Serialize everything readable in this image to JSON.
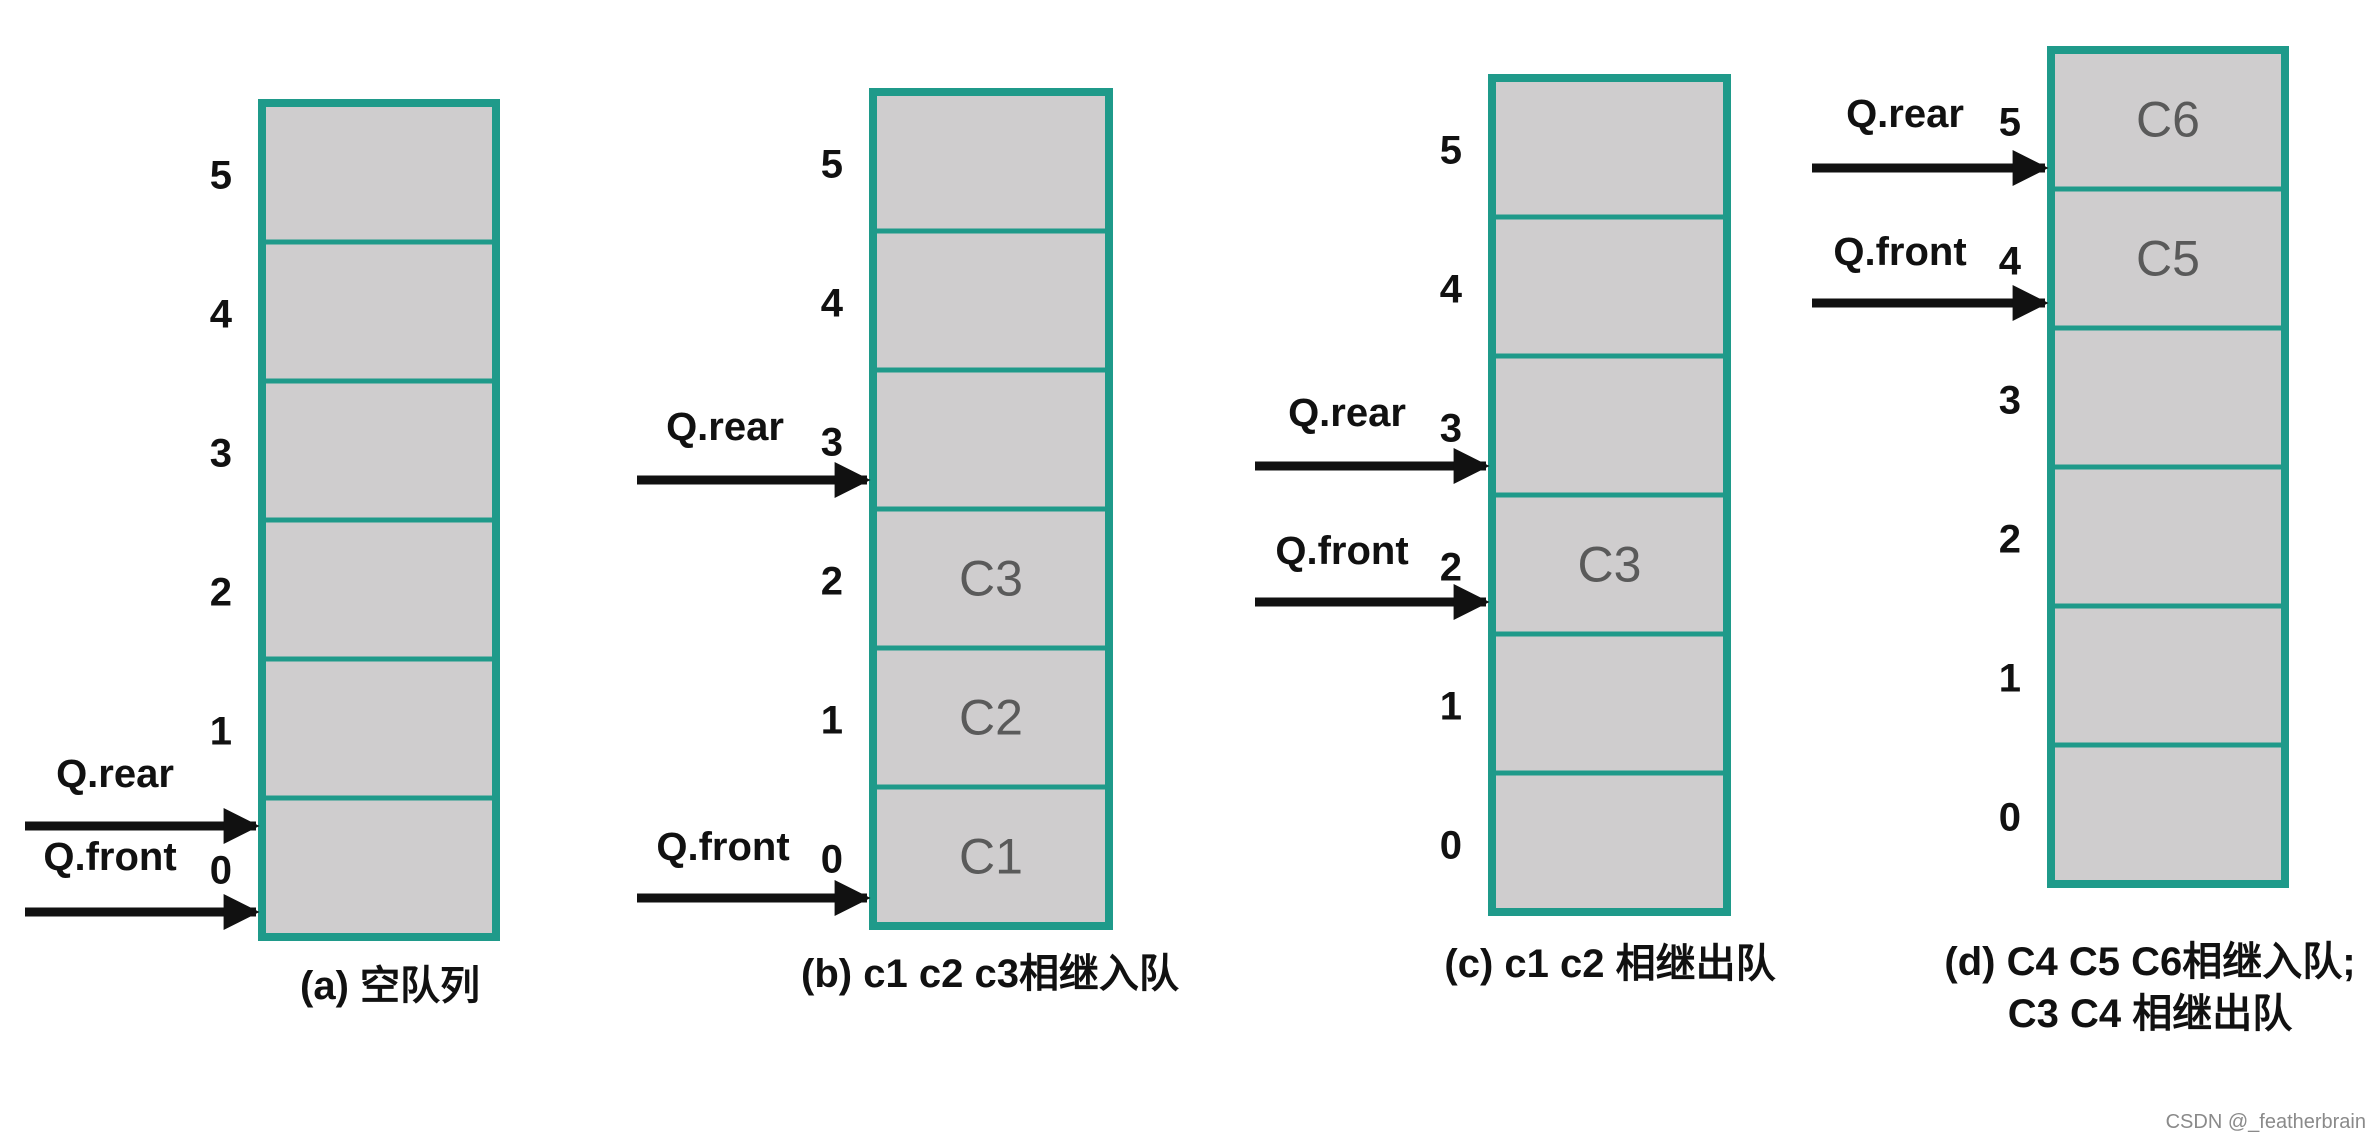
{
  "colors": {
    "border": "#1f9a8a",
    "cell_fill": "#cfcdce",
    "arrow": "#111111",
    "cell_text": "#5a5a5a"
  },
  "panels": [
    {
      "id": "a",
      "caption": [
        "(a) 空队列"
      ],
      "cells": [
        "",
        "",
        "",
        "",
        "",
        ""
      ],
      "indices": [
        "0",
        "1",
        "2",
        "3",
        "4",
        "5"
      ],
      "pointers": [
        {
          "label": "Q.rear",
          "slot": 0
        },
        {
          "label": "Q.front",
          "slot": 0
        }
      ]
    },
    {
      "id": "b",
      "caption": [
        "(b) c1 c2 c3相继入队"
      ],
      "cells": [
        "C1",
        "C2",
        "C3",
        "",
        "",
        ""
      ],
      "indices": [
        "0",
        "1",
        "2",
        "3",
        "4",
        "5"
      ],
      "pointers": [
        {
          "label": "Q.rear",
          "slot": 3
        },
        {
          "label": "Q.front",
          "slot": 0
        }
      ]
    },
    {
      "id": "c",
      "caption": [
        "(c) c1 c2 相继出队"
      ],
      "cells": [
        "",
        "",
        "C3",
        "",
        "",
        ""
      ],
      "indices": [
        "0",
        "1",
        "2",
        "3",
        "4",
        "5"
      ],
      "pointers": [
        {
          "label": "Q.rear",
          "slot": 3
        },
        {
          "label": "Q.front",
          "slot": 2
        }
      ]
    },
    {
      "id": "d",
      "caption": [
        "(d) C4 C5 C6相继入队;",
        "C3 C4 相继出队"
      ],
      "cells": [
        "",
        "",
        "",
        "",
        "C5",
        "C6"
      ],
      "indices": [
        "0",
        "1",
        "2",
        "3",
        "4",
        "5"
      ],
      "pointers": [
        {
          "label": "Q.rear",
          "slot": 5
        },
        {
          "label": "Q.front",
          "slot": 4
        }
      ]
    }
  ],
  "watermark": "CSDN @_featherbrain"
}
